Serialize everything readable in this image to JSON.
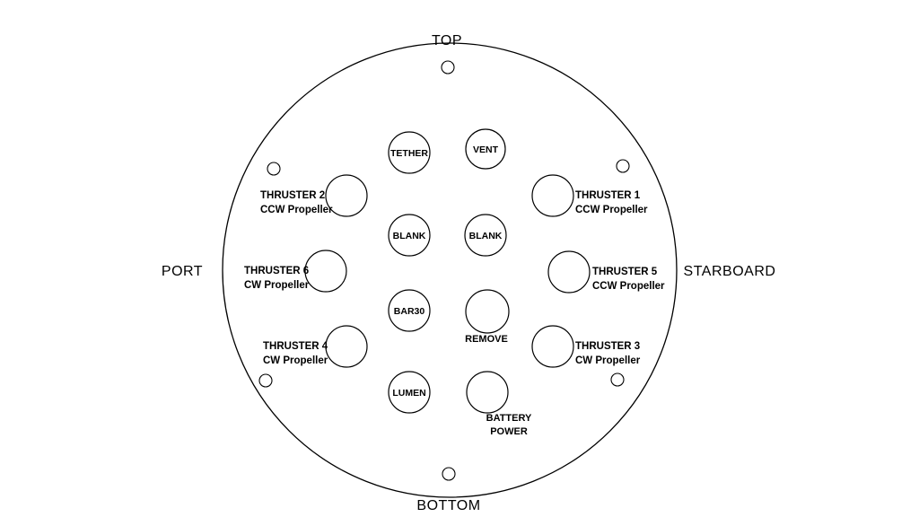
{
  "orientation": {
    "top": "TOP",
    "bottom": "BOTTOM",
    "port": "PORT",
    "starboard": "STARBOARD"
  },
  "holes": {
    "tether": "TETHER",
    "vent": "VENT",
    "blank_left": "BLANK",
    "blank_right": "BLANK",
    "bar30": "BAR30",
    "remove": "REMOVE",
    "lumen": "LUMEN",
    "battery": {
      "line1": "BATTERY",
      "line2": "POWER"
    }
  },
  "thrusters": {
    "t1": {
      "name": "THRUSTER 1",
      "prop": "CCW Propeller"
    },
    "t2": {
      "name": "THRUSTER 2",
      "prop": "CCW Propeller"
    },
    "t3": {
      "name": "THRUSTER 3",
      "prop": "CW Propeller"
    },
    "t4": {
      "name": "THRUSTER 4",
      "prop": "CW Propeller"
    },
    "t5": {
      "name": "THRUSTER 5",
      "prop": "CCW Propeller"
    },
    "t6": {
      "name": "THRUSTER 6",
      "prop": "CW Propeller"
    }
  },
  "colors": {
    "remove_label": "#ff0000",
    "outline": "#000000",
    "background": "#ffffff"
  }
}
